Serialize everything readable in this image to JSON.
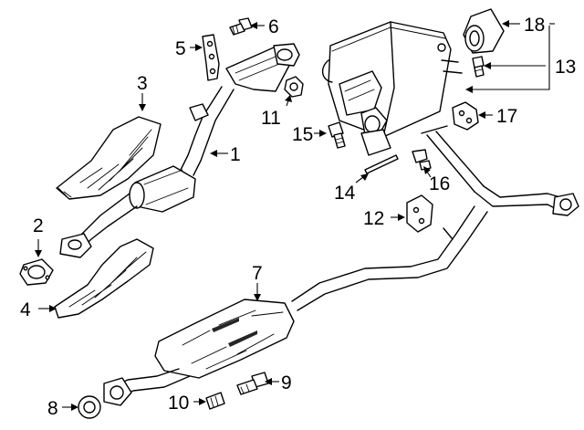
{
  "diagram": {
    "callouts": {
      "p1": "1",
      "p2": "2",
      "p3": "3",
      "p4": "4",
      "p5": "5",
      "p6": "6",
      "p7": "7",
      "p8": "8",
      "p9": "9",
      "p10": "10",
      "p11": "11",
      "p12": "12",
      "p13": "13",
      "p14": "14",
      "p15": "15",
      "p16": "16",
      "p17": "17",
      "p18": "18"
    },
    "parts": [
      {
        "id": "1",
        "icon": "front-exhaust-pipe-with-catalytic-converter-icon"
      },
      {
        "id": "2",
        "icon": "front-gasket-icon"
      },
      {
        "id": "3",
        "icon": "upper-heat-shield-icon"
      },
      {
        "id": "4",
        "icon": "lower-heat-shield-icon"
      },
      {
        "id": "5",
        "icon": "bracket-icon"
      },
      {
        "id": "6",
        "icon": "bolt-icon"
      },
      {
        "id": "7",
        "icon": "intermediate-pipe-with-resonator-icon"
      },
      {
        "id": "8",
        "icon": "rear-gasket-icon"
      },
      {
        "id": "9",
        "icon": "bolt-icon"
      },
      {
        "id": "10",
        "icon": "stud-icon"
      },
      {
        "id": "11",
        "icon": "nut-icon"
      },
      {
        "id": "12",
        "icon": "rubber-hanger-icon"
      },
      {
        "id": "13",
        "icon": "bolt-icon"
      },
      {
        "id": "14",
        "icon": "stud-pin-icon"
      },
      {
        "id": "15",
        "icon": "bolt-icon"
      },
      {
        "id": "16",
        "icon": "clip-icon"
      },
      {
        "id": "17",
        "icon": "rubber-hanger-icon"
      },
      {
        "id": "18",
        "icon": "muffler-and-tail-pipe-icon"
      }
    ]
  }
}
